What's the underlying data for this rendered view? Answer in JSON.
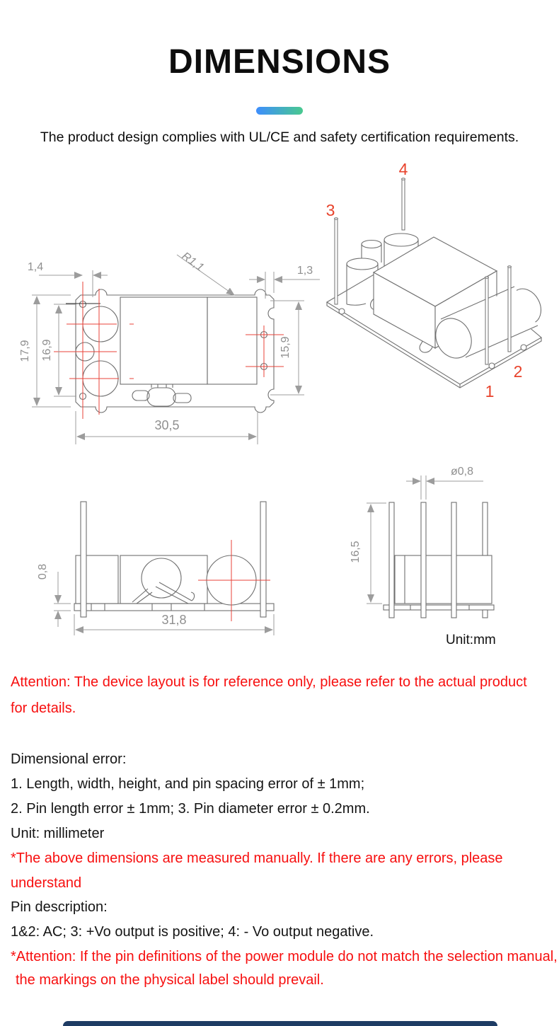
{
  "header": {
    "title": "DIMENSIONS",
    "certification": "The product design complies with UL/CE and safety certification requirements."
  },
  "colors": {
    "accent_pill_start": "#3e8efd",
    "accent_pill_end": "#49c98f",
    "cad_red": "#e8433a",
    "warning_red": "#f70f0f",
    "outline_gray": "#6f6f6f",
    "dimension_gray": "#9c9c9c",
    "footer_bar_navy": "#1e3c64"
  },
  "cad": {
    "top_view": {
      "pin_offset": "1,4",
      "corner_radius": "R1,1",
      "edge_offset": "1,3",
      "board_height": "17,9",
      "pad_span": "16,9",
      "right_pad_span": "15,9",
      "board_width": "30,5"
    },
    "iso_view": {
      "pin1": "1",
      "pin2": "2",
      "pin3": "3",
      "pin4": "4"
    },
    "side_view": {
      "board_thickness": "0,8",
      "overall_length": "31,8"
    },
    "end_view": {
      "pin_diameter": "ø0,8",
      "pin_height": "16,5"
    },
    "unit_label": "Unit:mm"
  },
  "notes": {
    "attention1_line1": "Attention: The device layout is for reference only, please refer to the actual product",
    "attention1_line2": "for details.",
    "dim_error_title": "Dimensional error:",
    "dim_error_item1": "1. Length, width, height, and pin spacing error of ± 1mm;",
    "dim_error_item2": "2. Pin length error ± 1mm; 3. Pin diameter error ± 0.2mm.",
    "unit_line": "Unit: millimeter",
    "measured_line1": "*The above dimensions are measured manually. If there are any errors, please",
    "measured_line2": "understand",
    "pin_desc_title": "Pin description:",
    "pin_desc_body": "1&2: AC; 3: +Vo output is positive; 4: - Vo output negative.",
    "attention2_line1": "*Attention: If the pin definitions of the power module do not match the selection manual,",
    "attention2_line2": "the markings on the physical label should prevail."
  }
}
